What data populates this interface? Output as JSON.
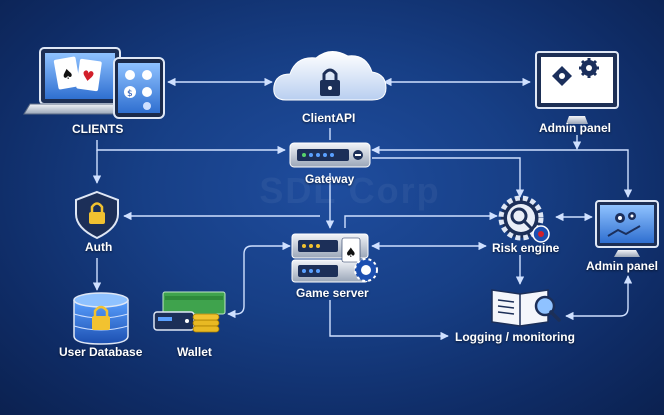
{
  "watermark": "SDL Corp",
  "nodes": {
    "clients": {
      "label": "CLIENTS"
    },
    "client_api": {
      "label": "ClientAPI"
    },
    "admin_panel_top": {
      "label": "Admin panel"
    },
    "gateway": {
      "label": "Gateway"
    },
    "auth": {
      "label": "Auth"
    },
    "game_server": {
      "label": "Game server"
    },
    "risk_engine": {
      "label": "Risk engine"
    },
    "admin_panel_right": {
      "label": "Admin panel"
    },
    "user_database": {
      "label": "User Database"
    },
    "wallet": {
      "label": "Wallet"
    },
    "logging": {
      "label": "Logging / monitoring"
    }
  },
  "icons": [
    "laptop-icon",
    "tablet-icon",
    "playing-card-icon",
    "cloud-lock-icon",
    "monitor-gear-icon",
    "server-icon",
    "shield-lock-icon",
    "database-lock-icon",
    "cash-stack-icon",
    "gear-search-icon",
    "book-magnifier-icon",
    "poker-chip-icon"
  ],
  "colors": {
    "background": "#173f86",
    "connector": "#cfe0ff",
    "label": "#ffffff"
  }
}
